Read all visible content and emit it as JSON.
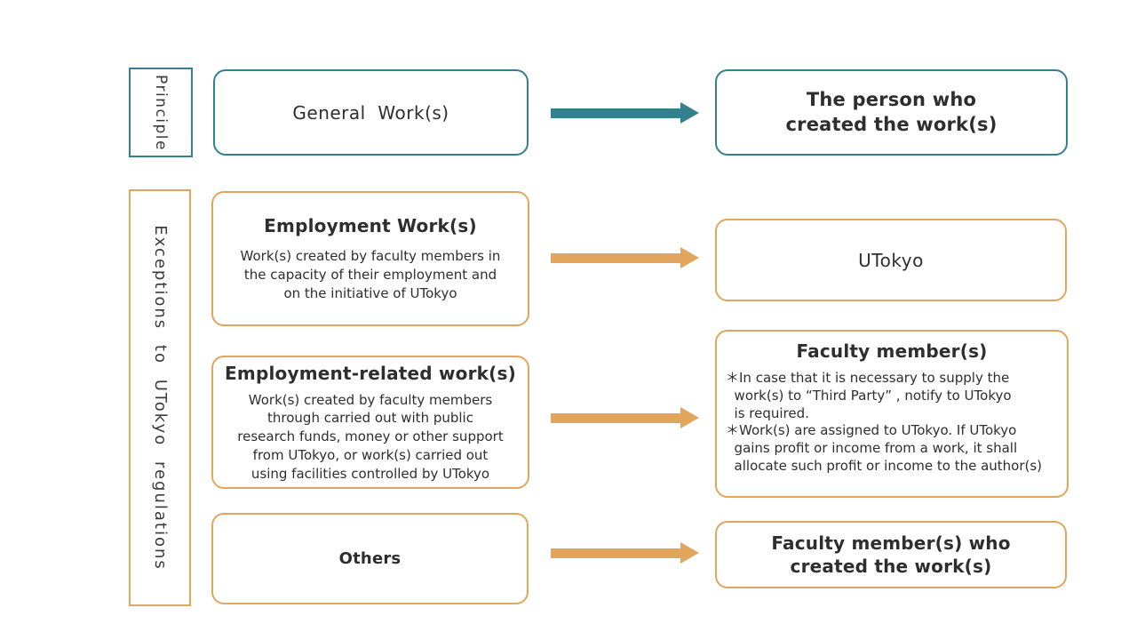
{
  "colors": {
    "teal": "#35808F",
    "orange": "#E2A55E",
    "text": "#2E2E2E"
  },
  "left_labels": {
    "principle": "Principle",
    "exceptions": "Exceptions to UTokyo regulations"
  },
  "boxes": {
    "general": {
      "title": "General  Work(s)"
    },
    "person": {
      "title": "The person who\ncreated the work(s)"
    },
    "employment": {
      "title": "Employment Work(s)",
      "body": "Work(s) created by faculty members in\nthe capacity of their employment and\non the initiative of UTokyo"
    },
    "utokyo": {
      "title": "UTokyo"
    },
    "employment_related": {
      "title": "Employment-related work(s)",
      "body": "Work(s) created by faculty members\nthrough carried out with public\nresearch funds, money or other support\nfrom UTokyo, or work(s) carried out\nusing facilities controlled by UTokyo"
    },
    "faculty": {
      "title": "Faculty member(s)",
      "notes": [
        "＊In case that it is necessary to supply the\n  work(s) to “Third Party” , notify to UTokyo\n  is required.",
        "＊Work(s) are assigned to UTokyo. If UTokyo\n  gains profit or income from a work, it shall\n  allocate such profit or income to the author(s)"
      ]
    },
    "others": {
      "title": "Others"
    },
    "faculty_created": {
      "title": "Faculty member(s) who\ncreated the work(s)"
    }
  }
}
